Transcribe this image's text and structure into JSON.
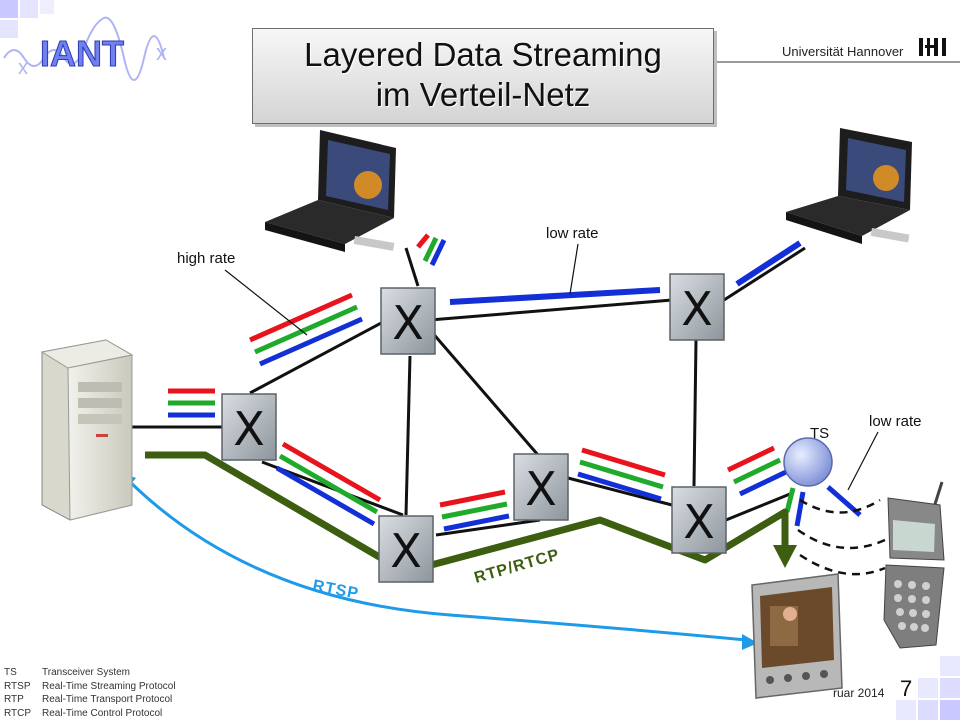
{
  "header": {
    "logo_text": "IANT",
    "title_line1": "Layered Data Streaming",
    "title_line2": "im Verteil-Netz",
    "university": "Universität Hannover"
  },
  "diagram": {
    "router_symbol": "X",
    "labels": {
      "high_rate": "high rate",
      "low_rate_top": "low rate",
      "low_rate_right": "low rate",
      "ts": "TS",
      "rtsp": "RTSP",
      "rtp_rtcp": "RTP/RTCP"
    },
    "layer_colors": {
      "red": "#e8131c",
      "green": "#1faa2b",
      "blue": "#1230d6"
    },
    "flow_colors": {
      "rtp": "#3d5e10",
      "rtsp": "#1e9be8"
    }
  },
  "legend": [
    {
      "abbr": "TS",
      "desc": "Transceiver System"
    },
    {
      "abbr": "RTSP",
      "desc": "Real-Time Streaming Protocol"
    },
    {
      "abbr": "RTP",
      "desc": "Real-Time Transport Protocol"
    },
    {
      "abbr": "RTCP",
      "desc": "Real-Time Control Protocol"
    }
  ],
  "footer": {
    "date_fragment": "ruar 2014",
    "page_number": "7"
  }
}
